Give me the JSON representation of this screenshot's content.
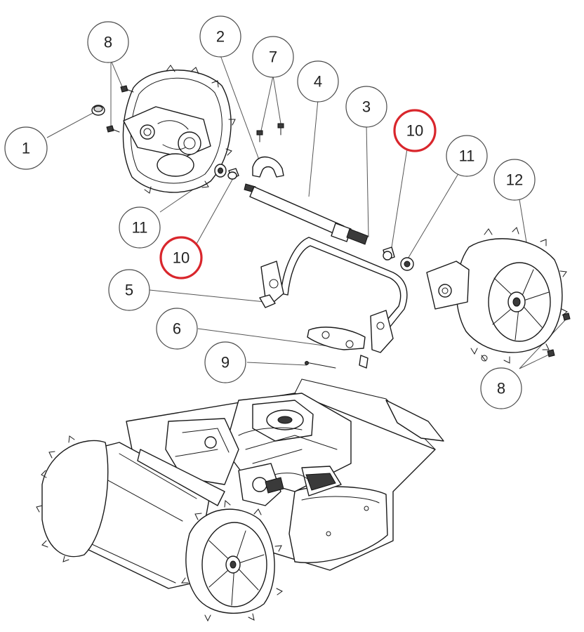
{
  "callouts": [
    {
      "id": "c1",
      "label": "1",
      "highlight": false
    },
    {
      "id": "c2",
      "label": "2",
      "highlight": false
    },
    {
      "id": "c3",
      "label": "3",
      "highlight": false
    },
    {
      "id": "c4",
      "label": "4",
      "highlight": false
    },
    {
      "id": "c5",
      "label": "5",
      "highlight": false
    },
    {
      "id": "c6",
      "label": "6",
      "highlight": false
    },
    {
      "id": "c7",
      "label": "7",
      "highlight": false
    },
    {
      "id": "c8a",
      "label": "8",
      "highlight": false
    },
    {
      "id": "c8b",
      "label": "8",
      "highlight": false
    },
    {
      "id": "c9",
      "label": "9",
      "highlight": false
    },
    {
      "id": "c10a",
      "label": "10",
      "highlight": true
    },
    {
      "id": "c10b",
      "label": "10",
      "highlight": true
    },
    {
      "id": "c11a",
      "label": "11",
      "highlight": false
    },
    {
      "id": "c11b",
      "label": "11",
      "highlight": false
    },
    {
      "id": "c12",
      "label": "12",
      "highlight": false
    }
  ],
  "colors": {
    "highlight_ring": "#d9262c",
    "line": "#1a1a1a"
  }
}
